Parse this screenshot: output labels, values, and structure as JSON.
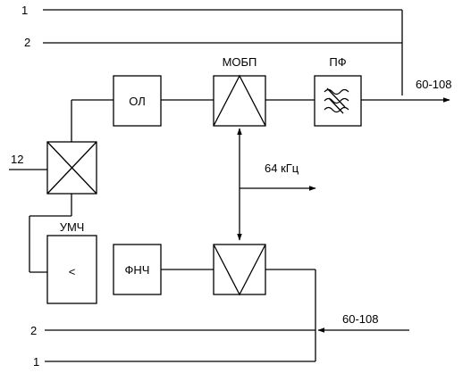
{
  "inputs_top": {
    "line1": "1",
    "line2": "2",
    "line12": "12"
  },
  "inputs_bottom": {
    "line1": "1",
    "line2": "2"
  },
  "blocks": {
    "ol": "ОЛ",
    "mobp": "МОБП",
    "pf": "ПФ",
    "umch": "УМЧ",
    "umch_symbol": "<",
    "fnch": "ФНЧ"
  },
  "signals": {
    "out_top": "60-108",
    "carrier": "64 кГц",
    "in_bottom": "60-108"
  }
}
